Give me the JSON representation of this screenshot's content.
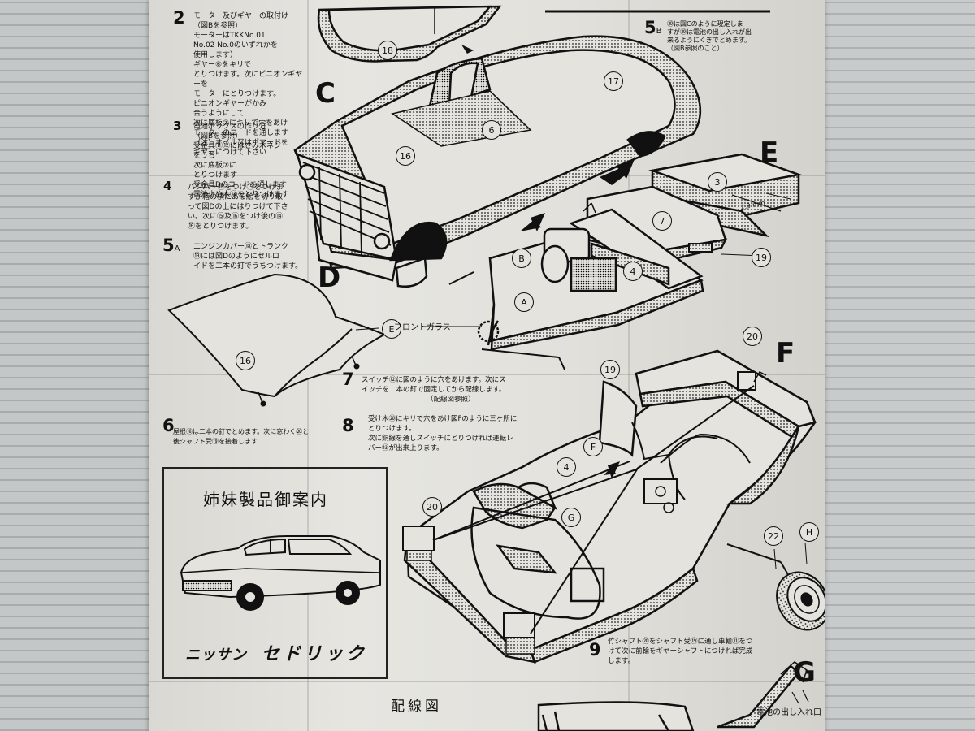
{
  "page": {
    "background": "#b9bcbc",
    "paper_color": "#e4e3de",
    "ink_color": "#111111"
  },
  "figures": {
    "C": "C",
    "D": "D",
    "E": "E",
    "F": "F",
    "G": "G"
  },
  "steps": {
    "s2": {
      "num": "2",
      "lines": [
        "モーター及びギヤーの取付け",
        "（図Bを参照）",
        "モーターはTKKNo.01",
        "No.02 No.0のいずれかを",
        "使用します）",
        "ギヤー⑥をキリで",
        "とりつけます。次にピニオンギヤーを",
        "モーターにとりつけます。",
        "ピニオンギヤーがかみ",
        "合うようにして",
        "次に底板⑦にキリで穴をあけ",
        "モーターのコードを通します",
        "（注）オイル又はポマードを",
        "ギヤーにつけて下さい"
      ]
    },
    "s3": {
      "num": "3",
      "lines": [
        "電池ボックスの作り方",
        "（図Bを参照）",
        "受金具⑪⑫にはさみ木ネジ",
        "をうち",
        "次に底板⑦に",
        "とりつけます",
        "受金具Dのコードを通します",
        "電池止め木⑬をとりつけます"
      ]
    },
    "s4": {
      "num": "4",
      "lines": [
        "バンパー⑯をつけ⑮をつけま",
        "すが箱の横にある絵を切り取",
        "って図Dの上にはりつけて下さ",
        "い。次に⑮及⑯をつけ後の⑭",
        "⑯をとりつけます。"
      ]
    },
    "s5a": {
      "num": "5",
      "sub": "A",
      "lines": [
        "エンジンカバー⑱とトランク",
        "⑲には図Dのようにセルロ",
        "イドを二本の釘でうちつけます。"
      ]
    },
    "s5b": {
      "num": "5",
      "sub": "B",
      "lines": [
        "⑳は図Cのように現定しま",
        "すが⑳は電池の出し入れが出",
        "来るようにくぎでとめます。",
        "（図B参照のこと）"
      ]
    },
    "s6": {
      "num": "6",
      "lines": [
        "屋根⑯は二本の釘でとめます。次に窓わく⑳と",
        "後シャフト受⑲を接着します"
      ]
    },
    "s7": {
      "num": "7",
      "lines": [
        "スイッチ⑫に図のように穴をあけます。次にス",
        "イッチを二本の釘で固定してから配線します。",
        "（配線図参照）"
      ]
    },
    "s8": {
      "num": "8",
      "lines": [
        "受け木⑳にキリで穴をあけ図Fのように三ヶ所に",
        "とりつけます。",
        "次に銅線を通しスイッチにとりつければ運転レ",
        "バー⑬が出来上ります。"
      ]
    },
    "s9": {
      "num": "9",
      "lines": [
        "竹シャフト⑳をシャフト受⑲に通し車輪⑪をつ",
        "けて次に前輪をギヤーシャフトにつければ完成",
        "します。"
      ]
    }
  },
  "part_labels": {
    "p18": "18",
    "p17": "17",
    "p6": "6",
    "p16a": "16",
    "p3": "3",
    "p7": "7",
    "p19a": "19",
    "p4a": "4",
    "pB": "B",
    "pA": "A",
    "pE": "E",
    "p16b": "16",
    "p20a": "20",
    "p19b": "19",
    "pF": "F",
    "p4b": "4",
    "pG": "G",
    "p20b": "20",
    "p22": "22",
    "pH": "H"
  },
  "annotations": {
    "front_glass": "フロントガラス",
    "dim_29": "2.9 mm",
    "battery_slot": "電池の出し入れ口"
  },
  "sister": {
    "title": "姉妹製品御案内",
    "brand": "ニッサン",
    "model": "セドリック"
  },
  "wiring": {
    "title": "配線図"
  }
}
